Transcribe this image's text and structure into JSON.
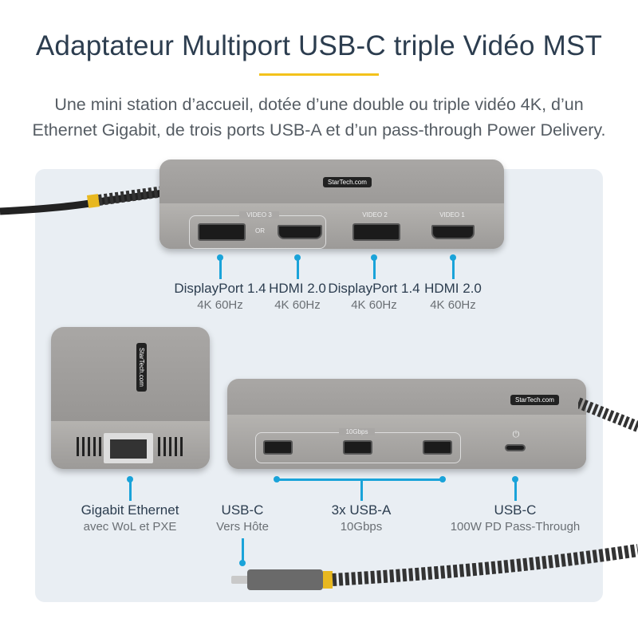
{
  "header": {
    "title": "Adaptateur Multiport USB-C triple Vidéo MST",
    "subtitle_lines": [
      "Une mini station d’accueil, dotée d’une double ou triple vidéo 4K, d’un",
      "Ethernet Gigabit, de trois ports USB-A et d’un pass-through Power Delivery."
    ]
  },
  "colors": {
    "accent": "#f3c21b",
    "connector": "#1aa3d9",
    "panel": "#e9eef3",
    "title": "#2c3d4f"
  },
  "device_top": {
    "brand": "StarTech.com",
    "group_label": "VIDEO 3",
    "or_label": "OR",
    "video2": "VIDEO 2",
    "video1": "VIDEO 1"
  },
  "top_labels": [
    {
      "name": "DisplayPort 1.4",
      "spec": "4K 60Hz"
    },
    {
      "name": "HDMI 2.0",
      "spec": "4K 60Hz"
    },
    {
      "name": "DisplayPort 1.4",
      "spec": "4K 60Hz"
    },
    {
      "name": "HDMI 2.0",
      "spec": "4K 60Hz"
    }
  ],
  "device_left": {
    "brand": "StarTech.com"
  },
  "device_right": {
    "brand": "StarTech.com",
    "usb_group_label": "10Gbps",
    "pd_icon": "power-plug-icon"
  },
  "bottom_labels": [
    {
      "name": "Gigabit Ethernet",
      "spec": "avec WoL et PXE"
    },
    {
      "name": "USB-C",
      "spec": "Vers Hôte"
    },
    {
      "name": "3x USB-A",
      "spec": "10Gbps"
    },
    {
      "name": "USB-C",
      "spec": "100W PD Pass-Through"
    }
  ]
}
